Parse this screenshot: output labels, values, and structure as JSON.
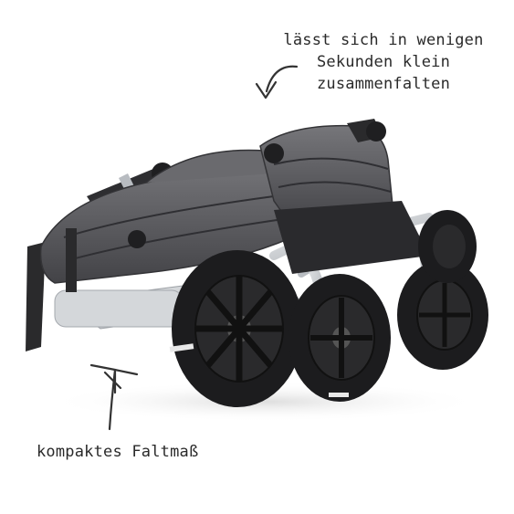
{
  "annotations": {
    "top_lines": [
      "lässt sich in wenigen",
      "Sekunden klein",
      "zusammenfalten"
    ],
    "bottom": "kompaktes Faltmaß"
  },
  "colors": {
    "background": "#ffffff",
    "fabric": "#5a5a5e",
    "fabric_dark": "#3a3a3e",
    "frame": "#c9ccd0",
    "tire": "#1c1c1e",
    "annotation": "#2a2a2a"
  },
  "icons": [
    "hand-drawn-arrow-icon",
    "hand-drawn-arrow-up-icon"
  ]
}
